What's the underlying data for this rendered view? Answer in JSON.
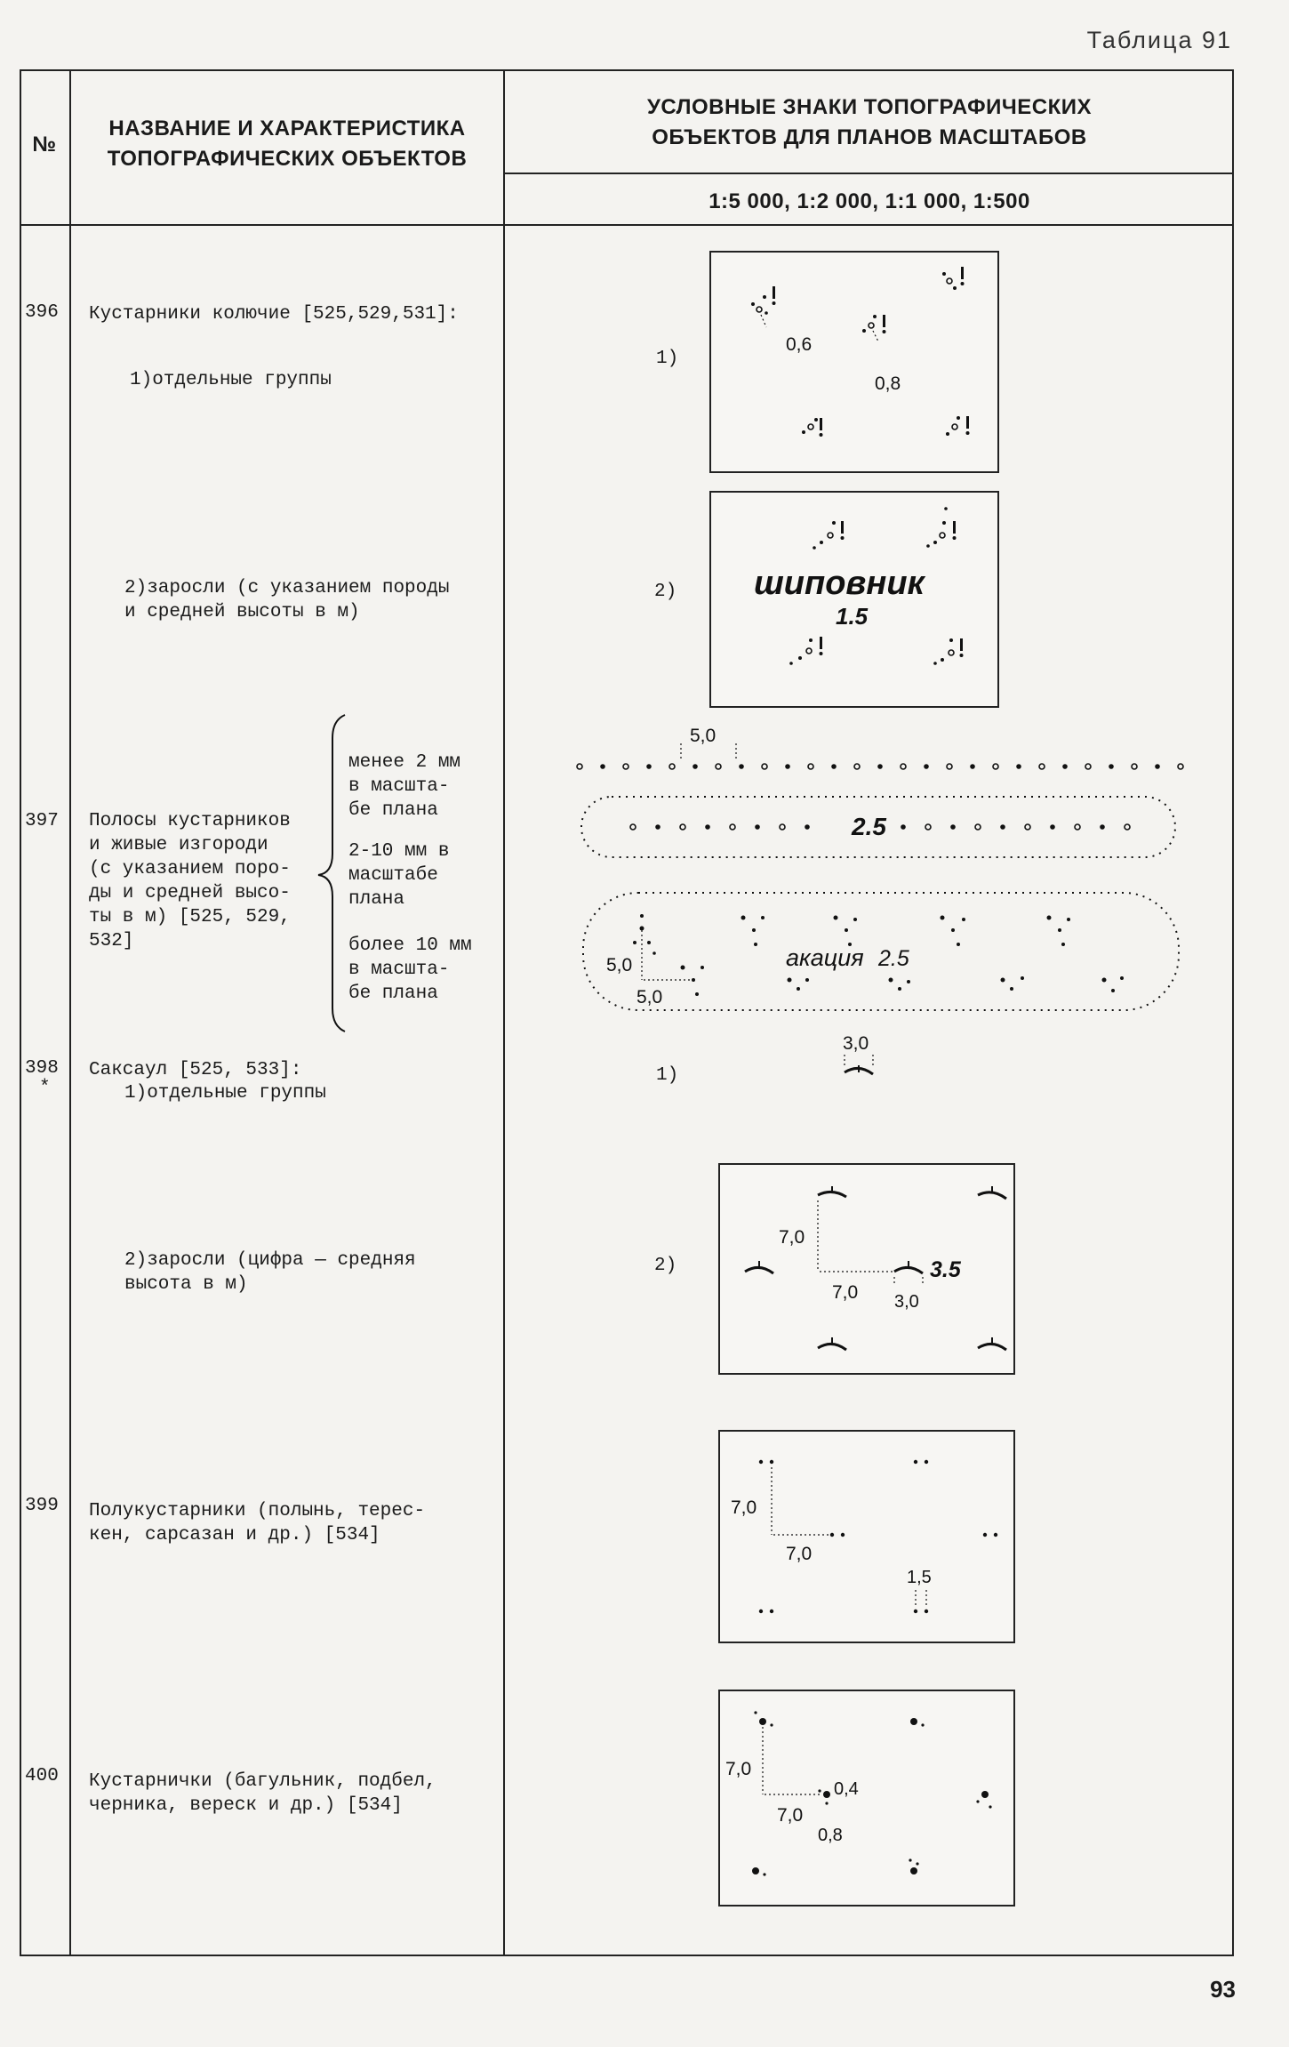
{
  "table_title": "Таблица 91",
  "page_number": "93",
  "header": {
    "num": "№",
    "name_line1": "НАЗВАНИЕ И ХАРАКТЕРИСТИКА",
    "name_line2": "ТОПОГРАФИЧЕСКИХ ОБЪЕКТОВ",
    "signs_line1": "УСЛОВНЫЕ ЗНАКИ ТОПОГРАФИЧЕСКИХ",
    "signs_line2": "ОБЪЕКТОВ ДЛЯ ПЛАНОВ МАСШТАБОВ",
    "scales": "1:5 000, 1:2 000, 1:1 000, 1:500"
  },
  "rows": {
    "r396": {
      "num": "396",
      "title": "Кустарники колючие [525,529,531]:",
      "sub1": "1)отдельные группы",
      "sub2": "2)заросли (с указанием породы\nи средней высоты в м)",
      "mark1": "1)",
      "mark2": "2)",
      "dim_a": "0,6",
      "dim_b": "0,8",
      "label": "шиповник",
      "height": "1.5"
    },
    "r397": {
      "num": "397",
      "title": "Полосы кустарников\nи живые изгороди\n(с указанием поро-\nды и средней высо-\nты в м) [525, 529,\n532]",
      "opt1": "менее 2 мм\nв масшта-\nбе плана",
      "opt2": "2-10 мм в\nмасштабе\nплана",
      "opt3": "более 10 мм\nв масшта-\nбе плана",
      "dim_top": "5,0",
      "height_mid": "2.5",
      "dim_left": "5,0",
      "dim_bottom": "5,0",
      "label": "акация",
      "height_big": "2.5"
    },
    "r398": {
      "num": "398",
      "star": "*",
      "title": "Саксаул [525, 533]:",
      "sub1": "1)отдельные группы",
      "sub2": "2)заросли   (цифра — средняя\nвысота в м)",
      "mark1": "1)",
      "mark2": "2)",
      "dim_single": "3,0",
      "dim_v": "7,0",
      "dim_h": "7,0",
      "dim_small": "3,0",
      "height": "3.5"
    },
    "r399": {
      "num": "399",
      "title": "Полукустарники  (полынь, терес-\nкен, сарсазан и др.) [534]",
      "dim_v": "7,0",
      "dim_h": "7,0",
      "dim_small": "1,5"
    },
    "r400": {
      "num": "400",
      "title": "Кустарнички (багульник, подбел,\nчерника, вереск и др.) [534]",
      "dim_v": "7,0",
      "dim_h": "7,0",
      "dim_a": "0,4",
      "dim_b": "0,8"
    }
  }
}
